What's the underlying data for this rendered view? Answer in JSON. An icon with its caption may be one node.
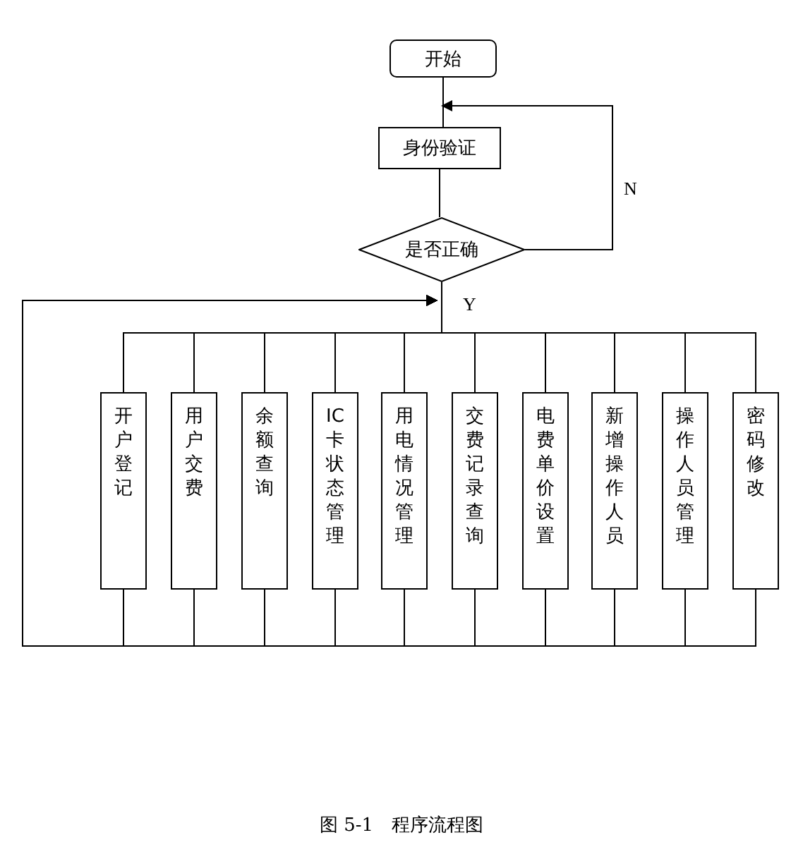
{
  "diagram": {
    "caption": "图 5-1　程序流程图",
    "nodes": [
      {
        "text": [
          "开始"
        ]
      },
      {
        "text": [
          "身份验证"
        ]
      },
      {
        "text": [
          "是否正确"
        ]
      },
      {
        "text": [
          "开户登记"
        ]
      },
      {
        "text": [
          "用户交费"
        ]
      },
      {
        "text": [
          "余额查询"
        ]
      },
      {
        "text": [
          "IC卡状态管理"
        ]
      },
      {
        "text": [
          "用电情况管理"
        ]
      },
      {
        "text": [
          "交费记录查询"
        ]
      },
      {
        "text": [
          "电费单价设置"
        ]
      },
      {
        "text": [
          "新增操作人员"
        ]
      },
      {
        "text": [
          "操作人员管理"
        ]
      },
      {
        "text": [
          "密码修改"
        ]
      }
    ],
    "edges": [
      {
        "from": 0,
        "to": 1,
        "arrow": "none"
      },
      {
        "from": 1,
        "to": 2,
        "arrow": "none"
      },
      {
        "from": 2,
        "to": 1,
        "arrow": "to",
        "label": "N"
      },
      {
        "from": 2,
        "to": 3,
        "arrow": "none",
        "label": "Y"
      },
      {
        "from": 2,
        "to": 4,
        "arrow": "none"
      },
      {
        "from": 2,
        "to": 5,
        "arrow": "none"
      },
      {
        "from": 2,
        "to": 6,
        "arrow": "none"
      },
      {
        "from": 2,
        "to": 7,
        "arrow": "none"
      },
      {
        "from": 2,
        "to": 8,
        "arrow": "none"
      },
      {
        "from": 2,
        "to": 9,
        "arrow": "none"
      },
      {
        "from": 2,
        "to": 10,
        "arrow": "none"
      },
      {
        "from": 2,
        "to": 11,
        "arrow": "none"
      },
      {
        "from": 2,
        "to": 12,
        "arrow": "none"
      },
      {
        "from": 3,
        "to": 2,
        "arrow": "to"
      },
      {
        "from": 4,
        "to": 2,
        "arrow": "to"
      },
      {
        "from": 5,
        "to": 2,
        "arrow": "to"
      },
      {
        "from": 6,
        "to": 2,
        "arrow": "to"
      },
      {
        "from": 7,
        "to": 2,
        "arrow": "to"
      },
      {
        "from": 8,
        "to": 2,
        "arrow": "to"
      },
      {
        "from": 9,
        "to": 2,
        "arrow": "to"
      },
      {
        "from": 10,
        "to": 2,
        "arrow": "to"
      },
      {
        "from": 11,
        "to": 2,
        "arrow": "to"
      },
      {
        "from": 12,
        "to": 2,
        "arrow": "to"
      }
    ]
  }
}
